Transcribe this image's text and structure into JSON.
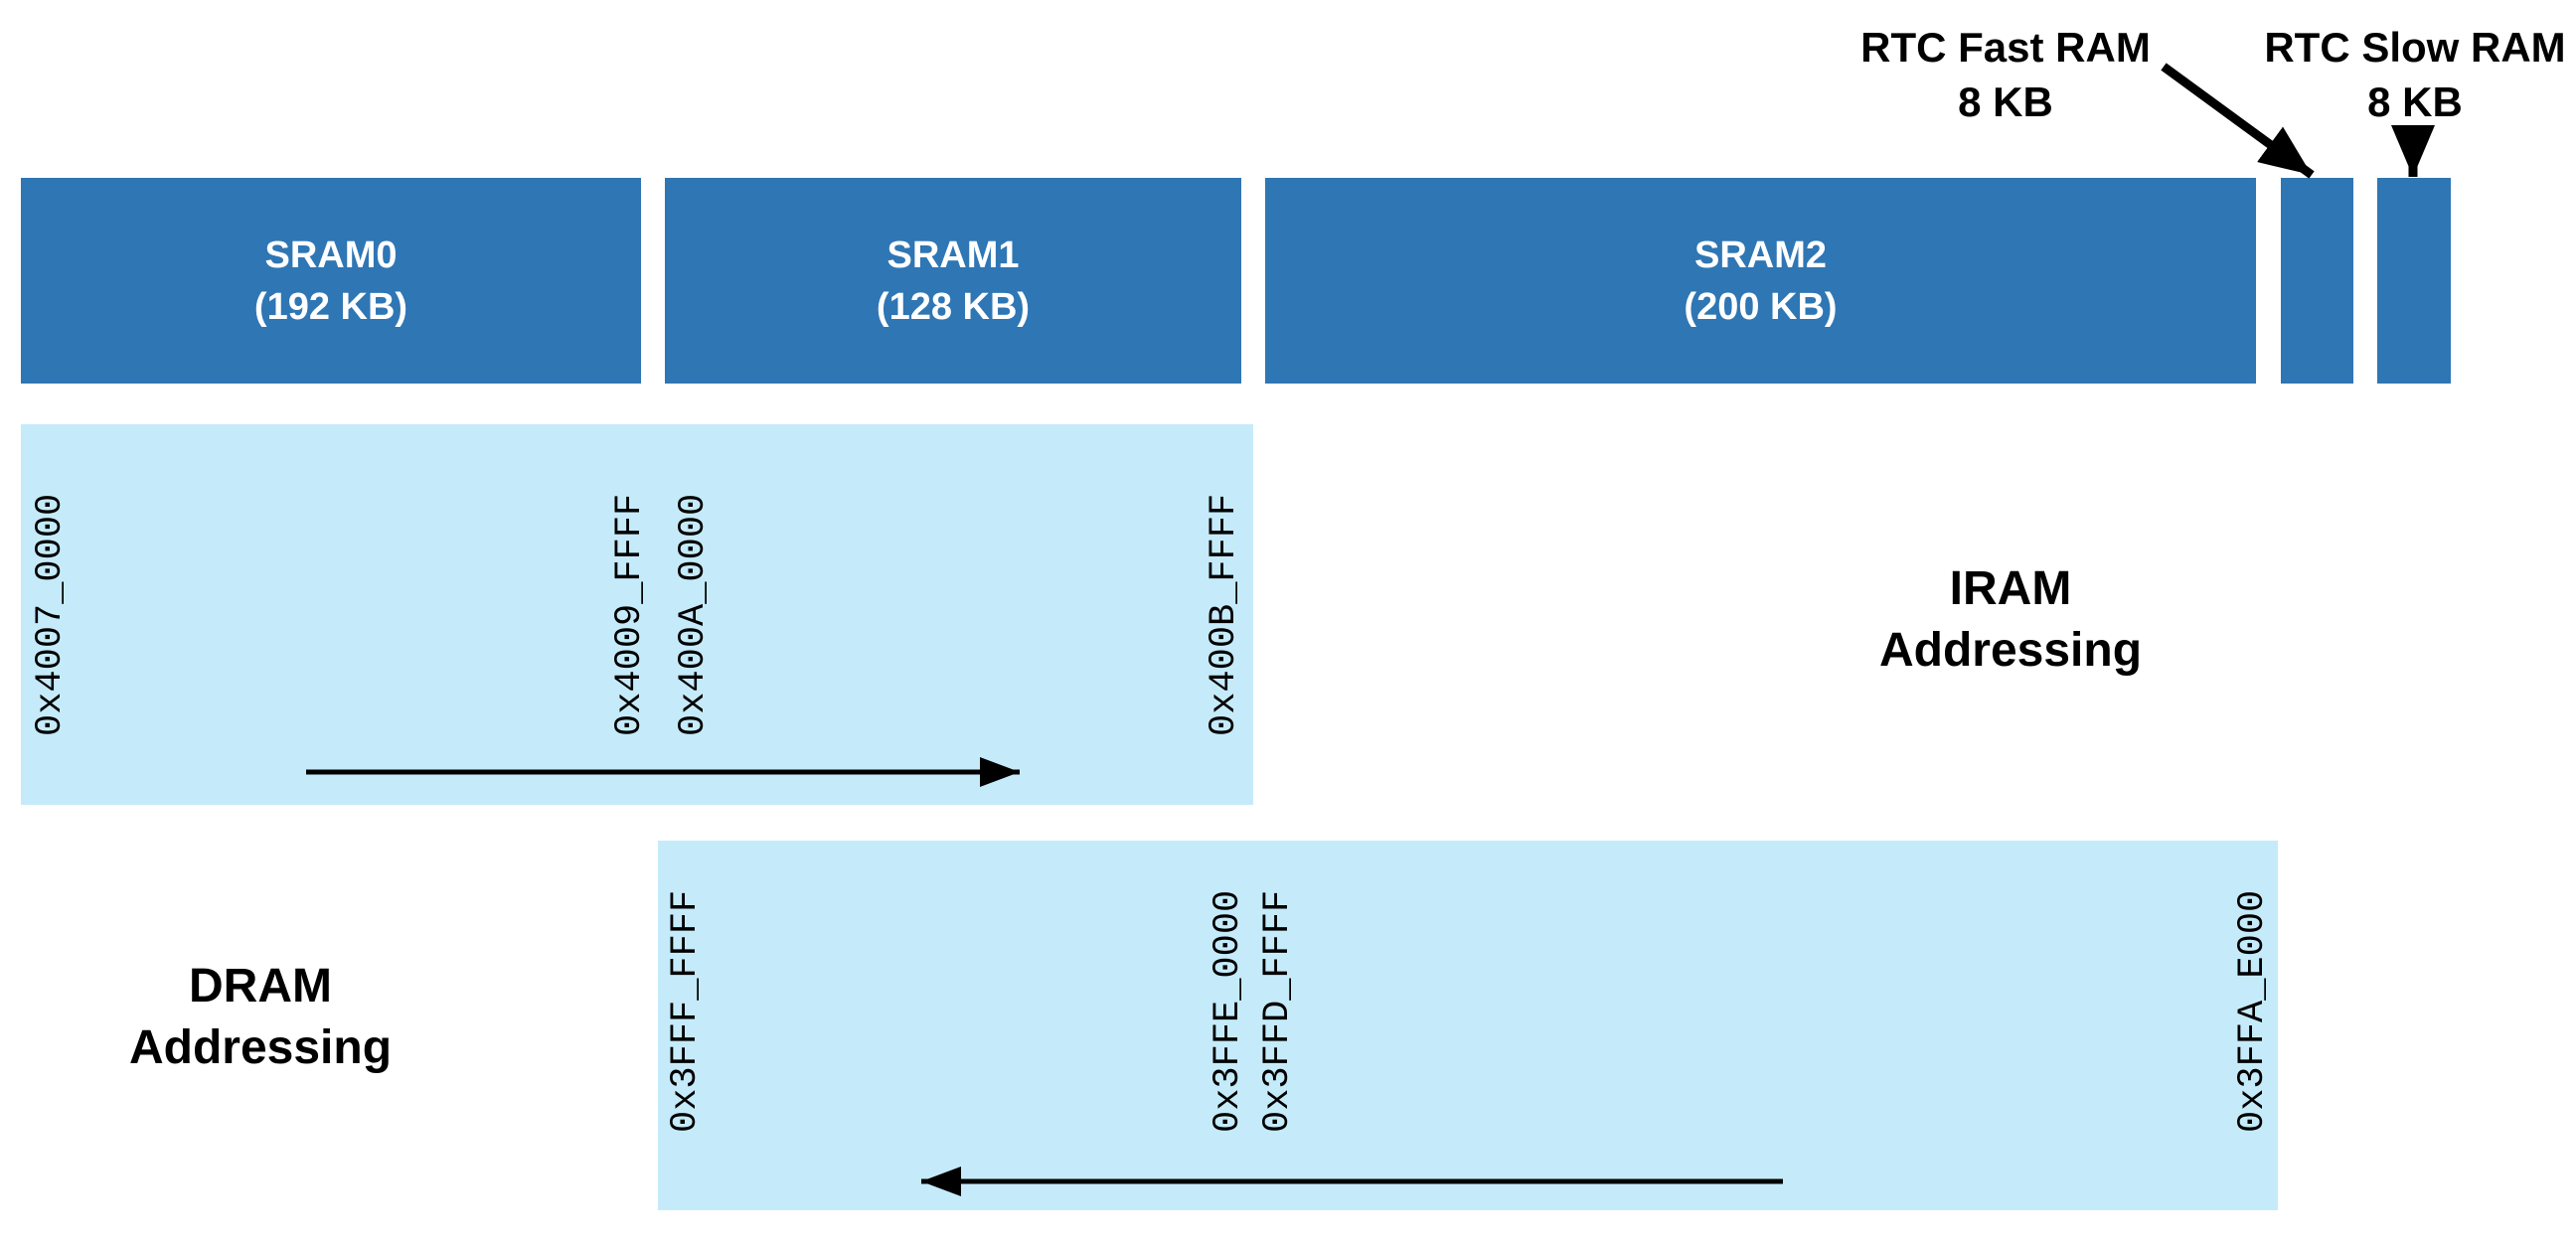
{
  "colors": {
    "sram_fill": "#2F76B4",
    "region_fill": "#C5EBFA",
    "text_on_sram": "#FFFFFF",
    "annotation": "#000000"
  },
  "sram_blocks": [
    {
      "name": "SRAM0",
      "size": "(192 KB)"
    },
    {
      "name": "SRAM1",
      "size": "(128 KB)"
    },
    {
      "name": "SRAM2",
      "size": "(200 KB)"
    }
  ],
  "rtc_labels": [
    {
      "line1": "RTC Fast RAM",
      "line2": "8 KB"
    },
    {
      "line1": "RTC Slow RAM",
      "line2": "8 KB"
    }
  ],
  "iram": {
    "label_line1": "IRAM",
    "label_line2": "Addressing",
    "addresses": [
      "0x4007_0000",
      "0x4009_FFFF",
      "0x400A_0000",
      "0x400B_FFFF"
    ]
  },
  "dram": {
    "label_line1": "DRAM",
    "label_line2": "Addressing",
    "addresses": [
      "0x3FFF_FFFF",
      "0x3FFE_0000",
      "0x3FFD_FFFF",
      "0x3FFA_E000"
    ]
  }
}
